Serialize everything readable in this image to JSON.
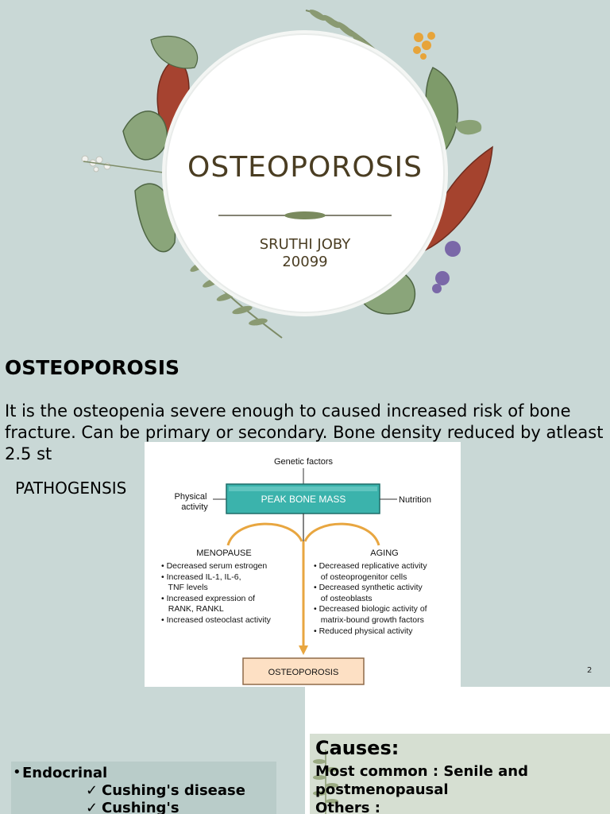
{
  "slide1": {
    "title": "OSTEOPOROSIS",
    "author_name": "SRUTHI JOBY",
    "author_id": "20099"
  },
  "slide2": {
    "heading": "OSTEOPOROSIS",
    "paragraph": "It is the osteopenia severe enough to caused increased risk of bone fracture. Can be primary or secondary. Bone density reduced by atleast 2.5 st",
    "pathogenesis_label": "PATHOGENSIS",
    "page_number": "2",
    "diagram": {
      "genetic": "Genetic factors",
      "physical_1": "Physical",
      "physical_2": "activity",
      "peak": "PEAK BONE MASS",
      "nutrition": "Nutrition",
      "menopause": "MENOPAUSE",
      "aging": "AGING",
      "menopause_items": [
        "• Decreased serum estrogen",
        "• Increased IL-1, IL-6,",
        "   TNF levels",
        "• Increased expression of",
        "   RANK, RANKL",
        "• Increased osteoclast activity"
      ],
      "aging_items": [
        "• Decreased replicative activity",
        "   of osteoprogenitor cells",
        "• Decreased synthetic activity",
        "   of osteoblasts",
        "• Decreased biologic activity of",
        "   matrix-bound growth factors",
        "• Reduced physical activity"
      ],
      "result": "OSTEOPOROSIS",
      "colors": {
        "peak_fill": "#3bb3ac",
        "arrow": "#e8a640",
        "result_fill": "#fde0c4"
      }
    }
  },
  "slide3": {
    "causes_title": "Causes:",
    "causes_line1": "Most common : Senile and",
    "causes_line2": "postmenopausal",
    "causes_line3": "Others :",
    "endocrinal": "Endocrinal",
    "bullet": "•",
    "check_items": [
      "Cushing's disease",
      "Cushing's"
    ]
  }
}
